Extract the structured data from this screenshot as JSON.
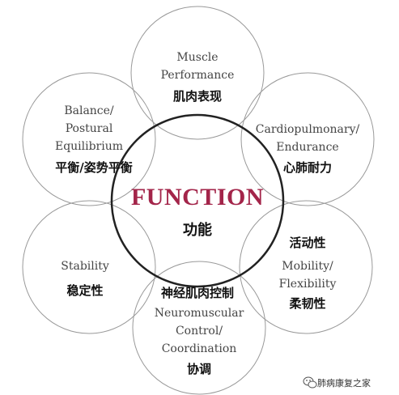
{
  "center": {
    "title": "FUNCTION",
    "subtitle_cn": "功能"
  },
  "nodes": {
    "muscle": {
      "line1": "Muscle",
      "line2": "Performance",
      "cn": "肌肉表现"
    },
    "cardio": {
      "line1": "Cardiopulmonary/",
      "line2": "Endurance",
      "cn": "心肺耐力"
    },
    "mobility": {
      "cn": "活动性",
      "line1": "Mobility/",
      "line2": "Flexibility",
      "cn2": "柔韧性"
    },
    "neuro": {
      "cn": "神经肌肉控制",
      "line1": "Neuromuscular",
      "line2": "Control/",
      "line3": "Coordination",
      "cn2": "协调"
    },
    "stability": {
      "line1": "Stability",
      "cn": "稳定性"
    },
    "balance": {
      "line1": "Balance/",
      "line2": "Postural",
      "line3": "Equilibrium",
      "cn": "平衡/姿势平衡"
    }
  },
  "watermark": {
    "text": "肺病康复之家"
  },
  "colors": {
    "accent": "#a3254a",
    "outer_circle": "#999999",
    "center_circle": "#222222"
  }
}
